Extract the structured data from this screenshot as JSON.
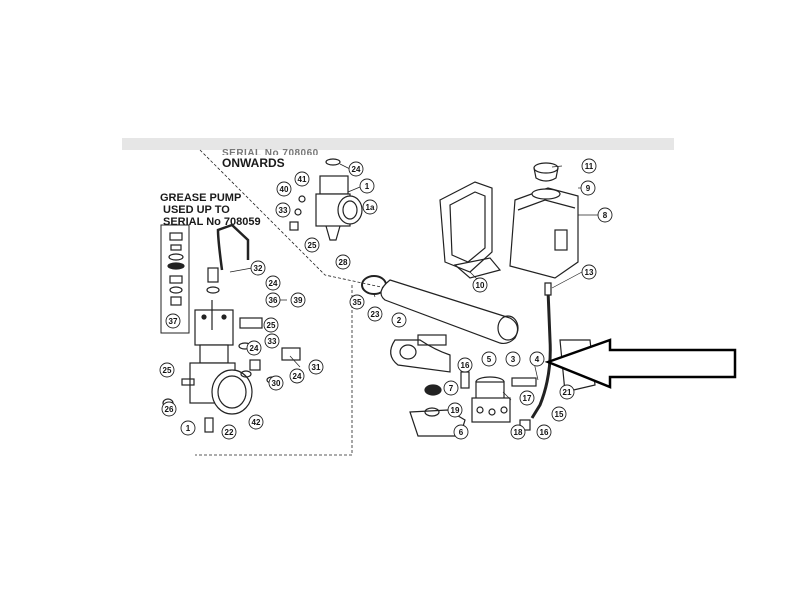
{
  "header": {
    "cutoff_text": "SERIAL No 708060",
    "onwards_text": "ONWARDS"
  },
  "grease_pump_note": {
    "line1": "GREASE PUMP",
    "line2": "USED UP TO",
    "line3": "SERIAL No 708059"
  },
  "callouts": [
    "24",
    "1",
    "41",
    "40",
    "33",
    "1a",
    "25",
    "28",
    "11",
    "9",
    "8",
    "10",
    "13",
    "32",
    "24",
    "36",
    "39",
    "25",
    "33",
    "24",
    "35",
    "23",
    "2",
    "31",
    "30",
    "24",
    "25",
    "26",
    "1",
    "22",
    "42",
    "37",
    "16",
    "5",
    "3",
    "4",
    "7",
    "17",
    "19",
    "18",
    "16",
    "15",
    "21",
    "6"
  ],
  "arrow": {
    "points_to": "4"
  }
}
